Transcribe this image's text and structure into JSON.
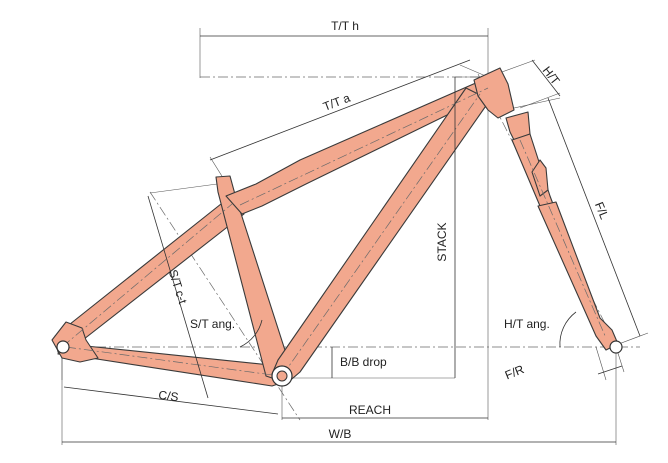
{
  "colors": {
    "frame_fill": "#f2a88e",
    "outline": "#3a3a3a",
    "dimension": "#333333",
    "background": "#ffffff"
  },
  "labels": {
    "top_tube_horizontal": "T/T h",
    "top_tube_actual": "T/T a",
    "head_tube": "H/T",
    "fork_length": "F/L",
    "stack": "STACK",
    "seat_tube_ct": "S/T c-t",
    "seat_tube_angle": "S/T ang.",
    "head_tube_angle": "H/T ang.",
    "bb_drop": "B/B drop",
    "chainstay": "C/S",
    "reach": "REACH",
    "fork_rake": "F/R",
    "wheelbase": "W/B"
  }
}
